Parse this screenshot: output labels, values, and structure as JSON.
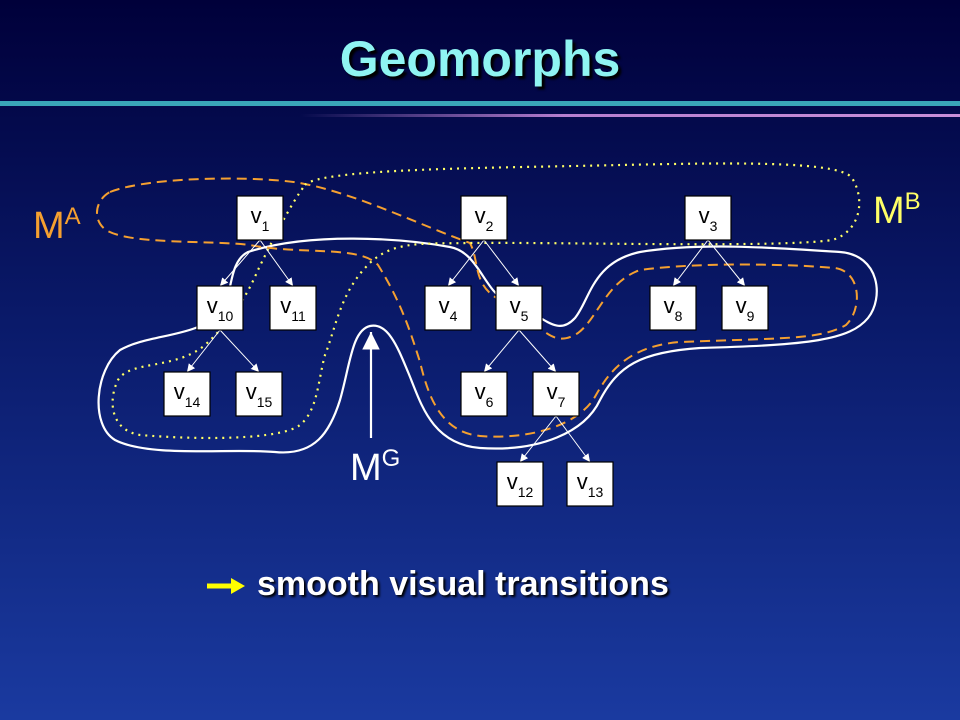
{
  "slide": {
    "title": "Geomorphs",
    "footer_text": "smooth visual transitions",
    "footer_icon": "arrow-right-icon"
  },
  "colors": {
    "title": "#8ff4f2",
    "region_ma": "#f5a030",
    "region_mb": "#ffff66",
    "region_mg": "#ffffff",
    "footer_arrow": "#ffff00"
  },
  "regions": [
    {
      "id": "ma",
      "base": "M",
      "sup": "A",
      "style": "dashed"
    },
    {
      "id": "mb",
      "base": "M",
      "sup": "B",
      "style": "dotted"
    },
    {
      "id": "mg",
      "base": "M",
      "sup": "G",
      "style": "solid"
    }
  ],
  "nodes": [
    {
      "id": "v1",
      "base": "v",
      "sub": "1"
    },
    {
      "id": "v2",
      "base": "v",
      "sub": "2"
    },
    {
      "id": "v3",
      "base": "v",
      "sub": "3"
    },
    {
      "id": "v10",
      "base": "v",
      "sub": "10"
    },
    {
      "id": "v11",
      "base": "v",
      "sub": "11"
    },
    {
      "id": "v4",
      "base": "v",
      "sub": "4"
    },
    {
      "id": "v5",
      "base": "v",
      "sub": "5"
    },
    {
      "id": "v8",
      "base": "v",
      "sub": "8"
    },
    {
      "id": "v9",
      "base": "v",
      "sub": "9"
    },
    {
      "id": "v14",
      "base": "v",
      "sub": "14"
    },
    {
      "id": "v15",
      "base": "v",
      "sub": "15"
    },
    {
      "id": "v6",
      "base": "v",
      "sub": "6"
    },
    {
      "id": "v7",
      "base": "v",
      "sub": "7"
    },
    {
      "id": "v12",
      "base": "v",
      "sub": "12"
    },
    {
      "id": "v13",
      "base": "v",
      "sub": "13"
    }
  ],
  "edges": [
    [
      "v1",
      "v10"
    ],
    [
      "v1",
      "v11"
    ],
    [
      "v2",
      "v4"
    ],
    [
      "v2",
      "v5"
    ],
    [
      "v3",
      "v8"
    ],
    [
      "v3",
      "v9"
    ],
    [
      "v10",
      "v14"
    ],
    [
      "v10",
      "v15"
    ],
    [
      "v5",
      "v6"
    ],
    [
      "v5",
      "v7"
    ],
    [
      "v7",
      "v12"
    ],
    [
      "v7",
      "v13"
    ]
  ]
}
